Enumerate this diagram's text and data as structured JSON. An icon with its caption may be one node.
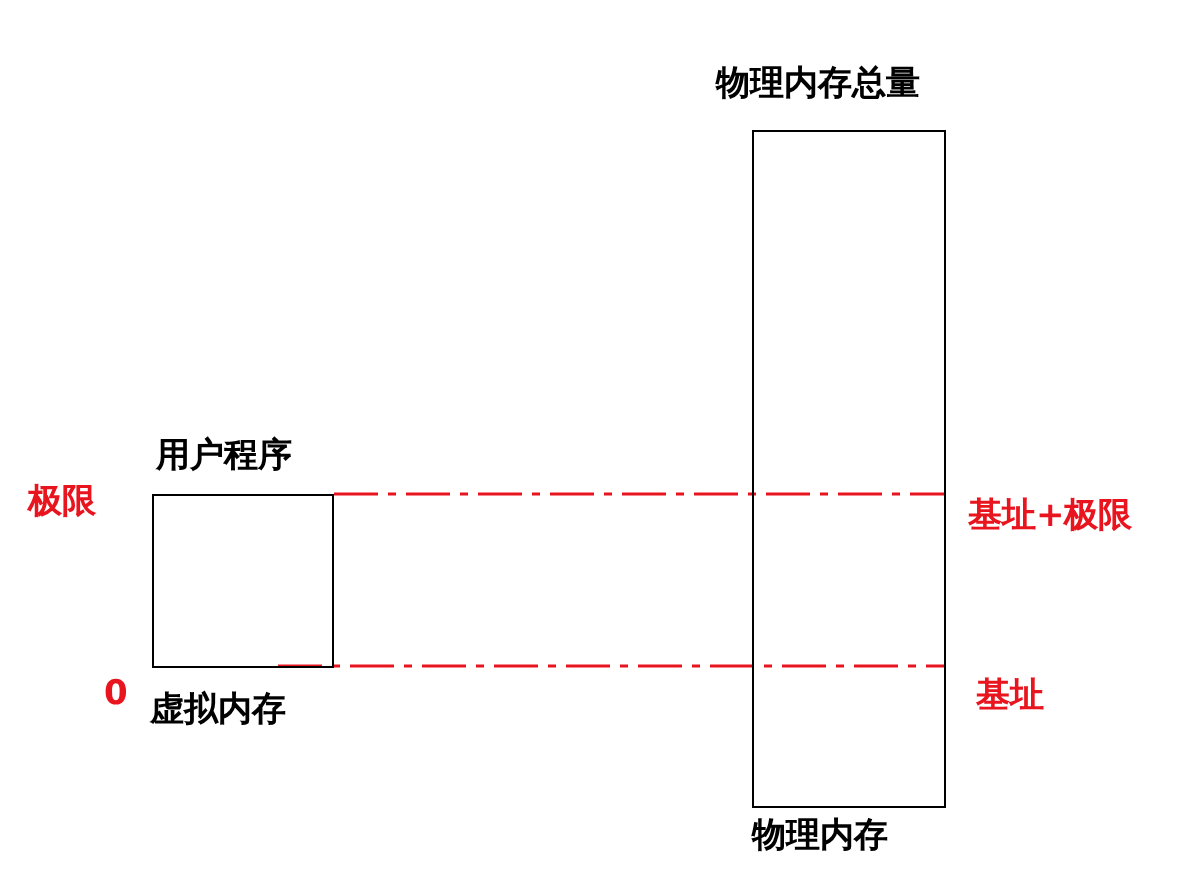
{
  "diagram": {
    "nodes": [
      {
        "text": [
          "用户程序",
          "虚拟内存"
        ]
      },
      {
        "text": [
          "物理内存总量",
          "物理内存"
        ]
      }
    ],
    "edges": [
      {
        "from": 0,
        "to": 1,
        "arrow": "none",
        "style": "dashed",
        "color": "#e8141e"
      },
      {
        "from": 0,
        "to": 1,
        "arrow": "none",
        "style": "dashed",
        "color": "#e8141e"
      }
    ],
    "labels": [
      "极限",
      "基址+极限",
      "0",
      "基址"
    ]
  }
}
